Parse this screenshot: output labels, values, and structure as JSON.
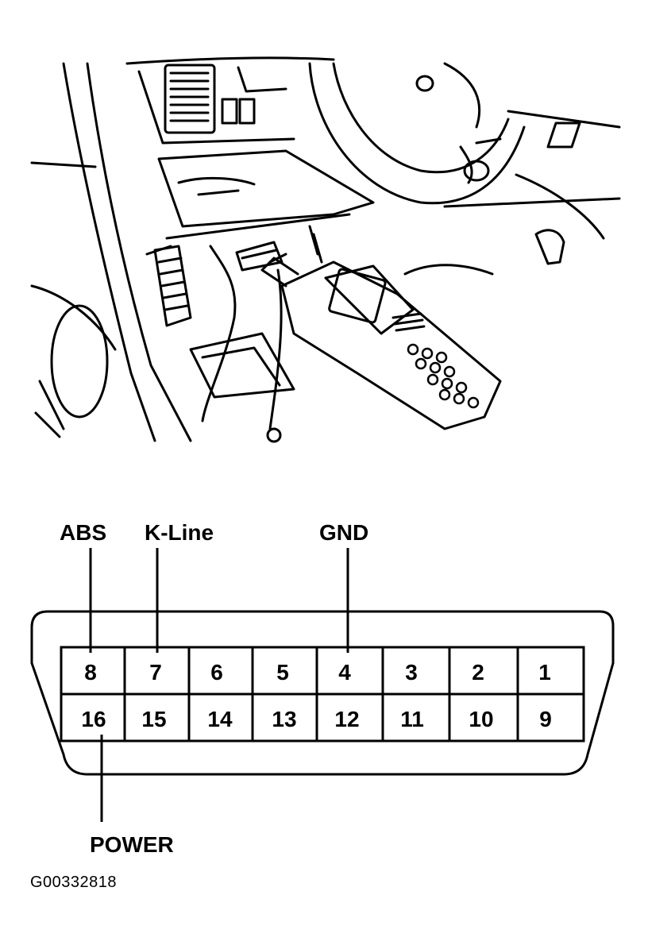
{
  "connector": {
    "top_row_pins": [
      "8",
      "7",
      "6",
      "5",
      "4",
      "3",
      "2",
      "1"
    ],
    "bottom_row_pins": [
      "16",
      "15",
      "14",
      "13",
      "12",
      "11",
      "10",
      "9"
    ]
  },
  "labels": {
    "abs": "ABS",
    "kline": "K-Line",
    "gnd": "GND",
    "power": "POWER"
  },
  "reference_code": "G00332818",
  "illustration": {
    "icons": [
      "dashboard-icon",
      "steering-wheel-icon",
      "scan-tool-icon",
      "pedal-icon",
      "cable-icon"
    ]
  }
}
